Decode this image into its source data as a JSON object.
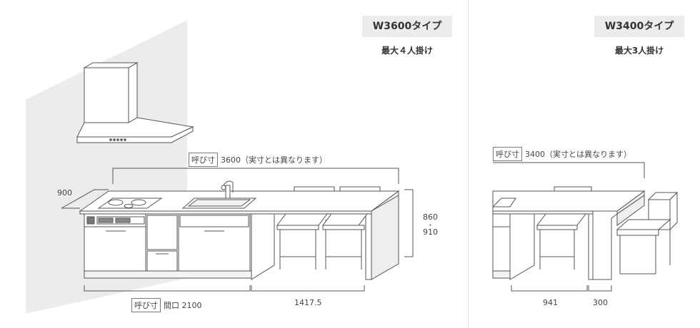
{
  "w3600": {
    "type_label": "W3600タイプ",
    "capacity": "最大４人掛け",
    "nominal_tag": "呼び寸",
    "nominal_text": "3600（実寸とは異なります）",
    "depth_label": "900",
    "height_top": "860",
    "height_sep": "・",
    "height_bottom": "910",
    "opening_tag": "呼び寸",
    "opening_text": "間口 2100",
    "extension_label": "1417.5"
  },
  "w3400": {
    "type_label": "W3400タイプ",
    "capacity": "最大3人掛け",
    "nominal_tag": "呼び寸",
    "nominal_text": "3400（実寸とは異なります）",
    "dim_a": "941",
    "dim_b": "300"
  },
  "colors": {
    "wall": "#ececec",
    "line": "#555555",
    "badge_bg": "#ececec",
    "divider": "#dcdcdc"
  }
}
